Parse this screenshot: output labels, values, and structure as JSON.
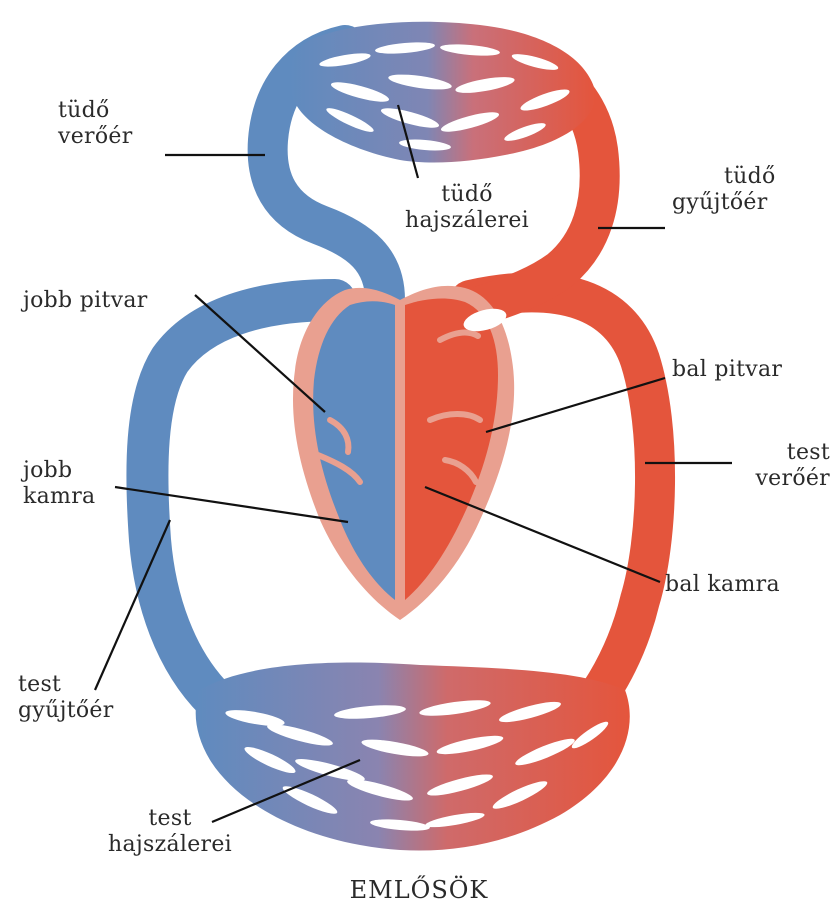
{
  "colors": {
    "deoxygenated": "#5f8bbf",
    "oxygenated": "#e4553c",
    "heart_wall": "#e9a090",
    "leader_line": "#111111",
    "text": "#2a2a2a"
  },
  "labels": {
    "tudo_verocer": [
      "tüdő",
      "verőér"
    ],
    "tudo_hajszalerei": [
      "tüdő",
      "hajszálerei"
    ],
    "tudo_gyujtoer": [
      "tüdő",
      "gyűjtőér"
    ],
    "jobb_pitvar": [
      "jobb pitvar"
    ],
    "bal_pitvar": [
      "bal pitvar"
    ],
    "jobb_kamra": [
      "jobb",
      "kamra"
    ],
    "test_verocer": [
      "test",
      "verőér"
    ],
    "test_gyujtoer": [
      "test",
      "gyűjtőér"
    ],
    "bal_kamra": [
      "bal kamra"
    ],
    "test_hajszalerei": [
      "test",
      "hajszálerei"
    ]
  },
  "caption": "EMLŐSÖK"
}
